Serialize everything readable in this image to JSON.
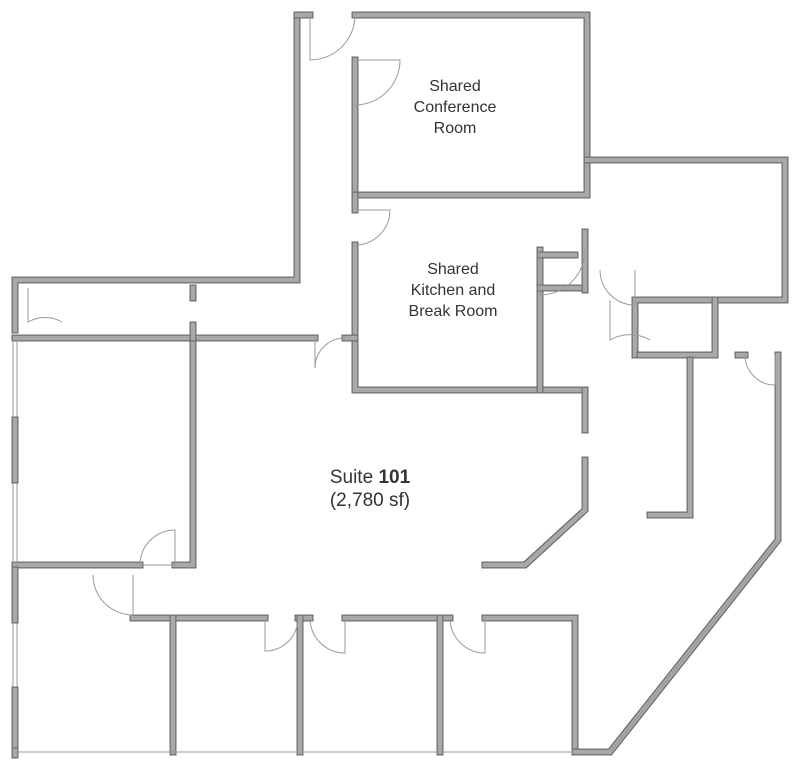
{
  "rooms": {
    "conference": {
      "line1": "Shared",
      "line2": "Conference",
      "line3": "Room"
    },
    "kitchen": {
      "line1": "Shared",
      "line2": "Kitchen and",
      "line3": "Break Room"
    },
    "suite": {
      "name": "Suite",
      "number": "101",
      "area": "(2,780 sf)"
    }
  },
  "colors": {
    "wall": "#a9a9a9",
    "wall_outline": "#6e6e6e",
    "text": "#333333"
  }
}
